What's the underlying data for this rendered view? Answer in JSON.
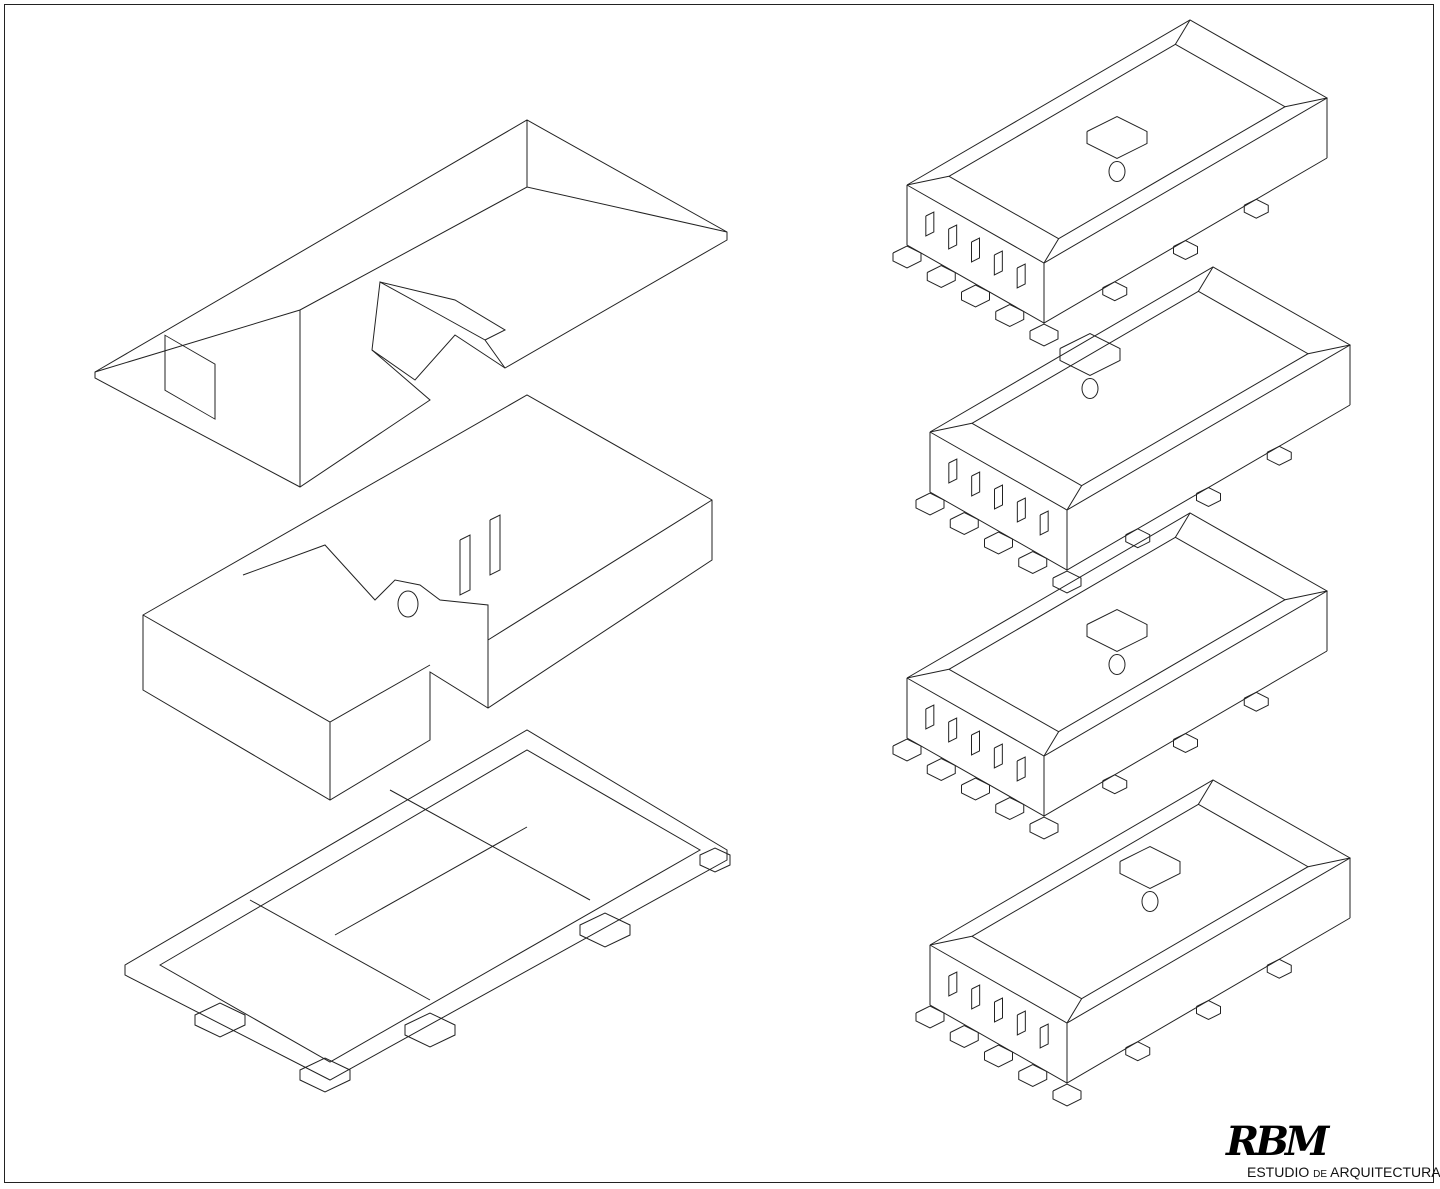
{
  "logo": {
    "mark": "RBM",
    "subtitle_a": "ESTUDIO",
    "subtitle_b": "DE",
    "subtitle_c": "ARQUITECTURA"
  },
  "drawing": {
    "exploded_parts": [
      "roof",
      "walls",
      "foundation"
    ],
    "views_count": 4,
    "line_color": "#222222"
  }
}
